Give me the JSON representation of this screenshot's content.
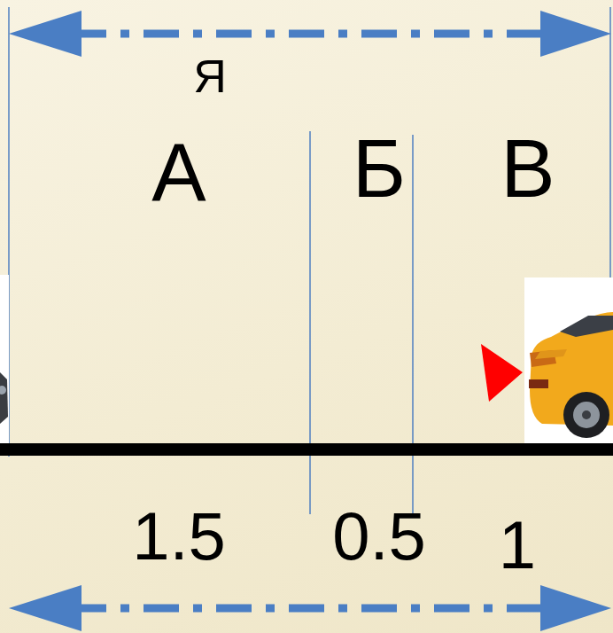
{
  "diagram": {
    "labels": [
      "Я",
      "А",
      "Б",
      "В",
      "1.5",
      "0.5",
      "1"
    ]
  }
}
